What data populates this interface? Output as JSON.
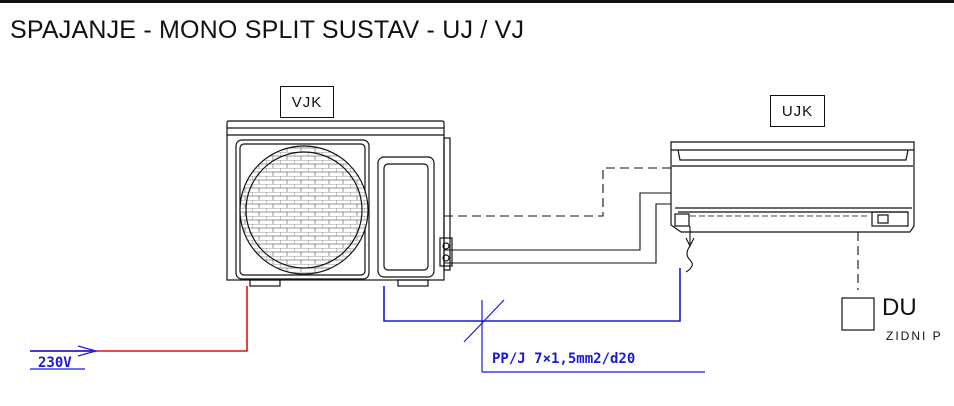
{
  "title": "SPAJANJE - MONO SPLIT SUSTAV - UJ / VJ",
  "outdoor_unit": {
    "label": "VJK"
  },
  "indoor_unit": {
    "label": "UJK"
  },
  "power": {
    "label": "230V"
  },
  "cable": {
    "label": "PP/J 7×1,5mm2/d20"
  },
  "controller": {
    "label": "DU",
    "sublabel": "ZIDNI P"
  },
  "colors": {
    "line": "#111111",
    "power_line": "#e01010",
    "cable_line": "#1a1ad6"
  }
}
